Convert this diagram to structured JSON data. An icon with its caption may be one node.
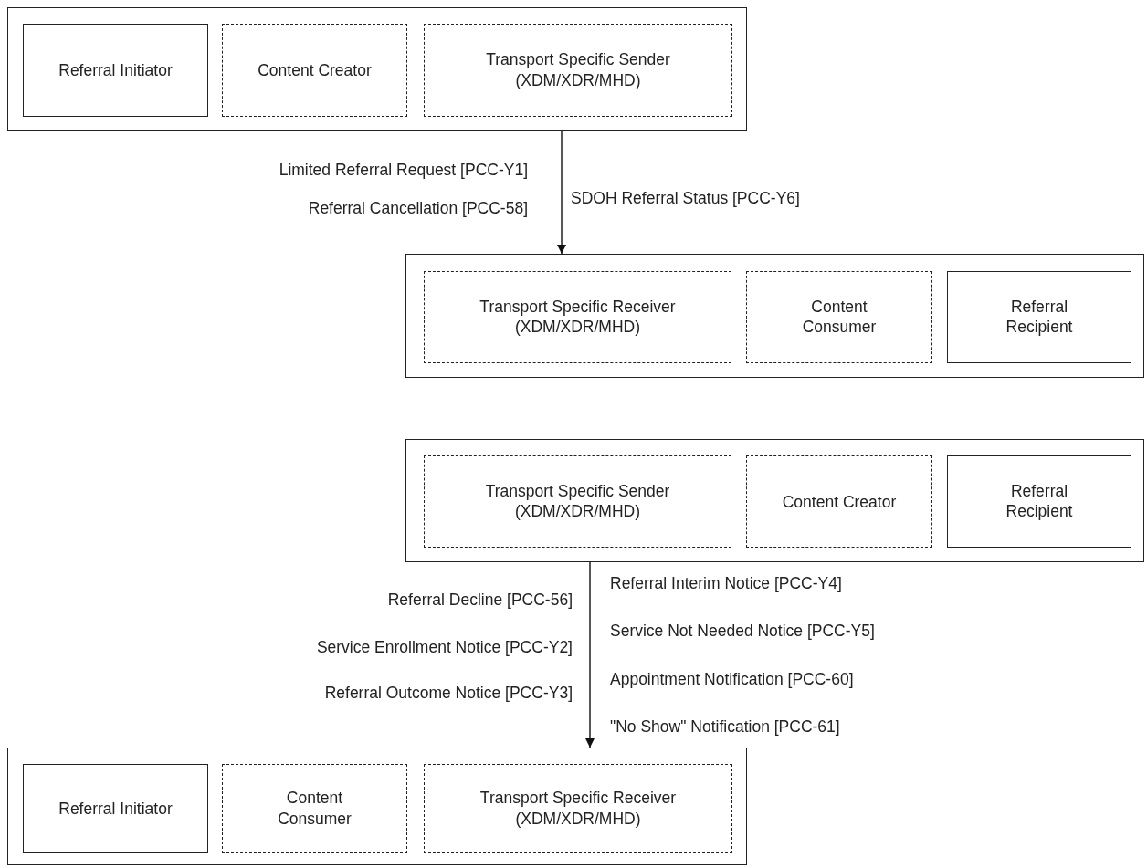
{
  "diagram": {
    "nodes": [
      {
        "text": [],
        "shape": "box"
      },
      {
        "text": [
          "Referral Initiator"
        ],
        "in": 0
      },
      {
        "text": [
          "Content Creator"
        ],
        "in": 0
      },
      {
        "text": [
          "Transport Specific Sender (XDM/XDR/MHD)"
        ],
        "in": 0
      },
      {
        "text": [],
        "shape": "box"
      },
      {
        "text": [
          "Transport Specific Receiver (XDM/XDR/MHD)"
        ],
        "in": 4
      },
      {
        "text": [
          "Content Consumer"
        ],
        "in": 4
      },
      {
        "text": [
          "Referral Recipient"
        ],
        "in": 4
      },
      {
        "text": [],
        "shape": "box"
      },
      {
        "text": [
          "Transport Specific Sender (XDM/XDR/MHD)"
        ],
        "in": 8
      },
      {
        "text": [
          "Content Creator"
        ],
        "in": 8
      },
      {
        "text": [
          "Referral Recipient"
        ],
        "in": 8
      },
      {
        "text": [],
        "shape": "box"
      },
      {
        "text": [
          "Referral Initiator"
        ],
        "in": 12
      },
      {
        "text": [
          "Content Consumer"
        ],
        "in": 12
      },
      {
        "text": [
          "Transport Specific Receiver (XDM/XDR/MHD)"
        ],
        "in": 12
      }
    ],
    "edges": [
      {
        "from": 0,
        "to": 4,
        "arrow": "to"
      },
      {
        "from": 8,
        "to": 12,
        "arrow": "to"
      }
    ],
    "labels": [
      "Limited Referral Request [PCC-Y1]",
      "Referral Cancellation [PCC-58]",
      "SDOH Referral Status [PCC-Y6]",
      "Referral Interim Notice [PCC-Y4]",
      "Referral Decline [PCC-56]",
      "Service Not Needed Notice [PCC-Y5]",
      "Service Enrollment Notice [PCC-Y2]",
      "Appointment Notification [PCC-60]",
      "Referral Outcome Notice [PCC-Y3]",
      "\"No Show\" Notification [PCC-61]"
    ]
  }
}
